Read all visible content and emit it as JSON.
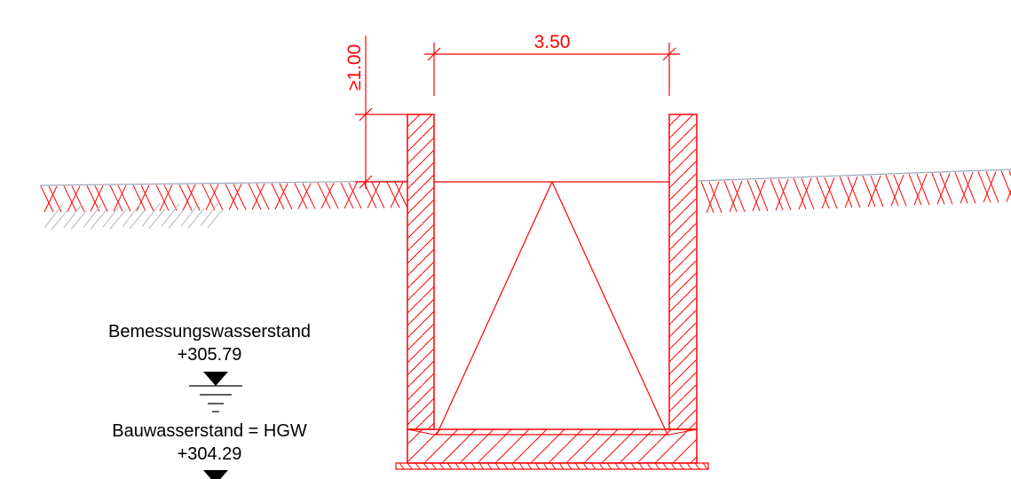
{
  "colors": {
    "structure": "#ff0000",
    "ground_line": "#9aa7b8",
    "soil_hatch_light": "#b4b4b4",
    "text": "#000000",
    "background": "#ffffff"
  },
  "dimensions": {
    "width_label": "3.50",
    "freeboard_label": "≥1.00"
  },
  "water_levels": [
    {
      "name": "Bemessungswasserstand",
      "value": "+305.79"
    },
    {
      "name": "Bauwasserstand = HGW",
      "value": "+304.29"
    }
  ],
  "icons": {
    "water_level_marker": "water-level-triangle-icon"
  }
}
